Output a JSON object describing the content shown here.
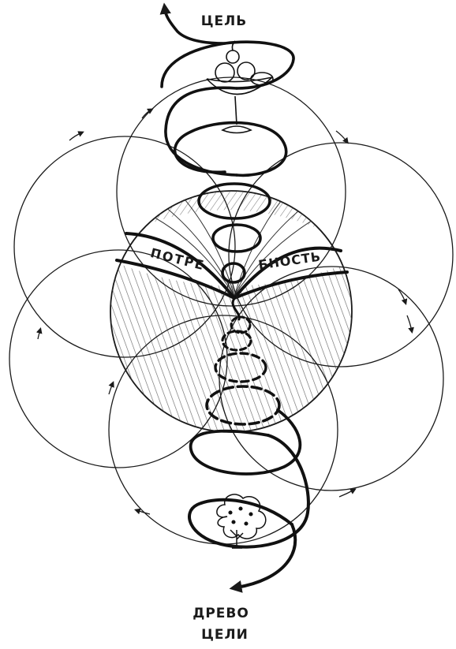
{
  "labels": {
    "top": "ЦЕЛЬ",
    "need_left": "ПОТРЕ",
    "need_right": "БНОСТЬ",
    "bottom_line1": "ДРЕВО",
    "bottom_line2": "ЦЕЛИ"
  },
  "icons": {
    "top": "fruit-bowl-goblet-icon",
    "bottom": "tree-of-goals-icon"
  },
  "colors": {
    "ink": "#1a1a1a",
    "paper": "#ffffff"
  }
}
